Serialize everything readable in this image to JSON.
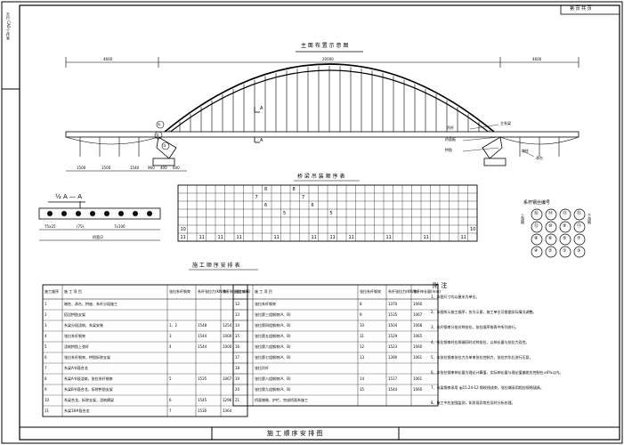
{
  "sheet": {
    "page_indicator": "第 页 共 页",
    "side_label": "天行 CAD 工作室",
    "footer_title": "施 工 顺 序 安 排 图"
  },
  "elevation": {
    "title": "主 面 布 置 示 意 图",
    "dim_top": [
      "4600",
      "20000",
      "4600"
    ],
    "dim_bottom": [
      "1500",
      "1500",
      "1540",
      "960",
      "400",
      "600"
    ],
    "section_marks": [
      "A",
      "A"
    ],
    "circle_marks": [
      "①",
      "②",
      "③"
    ],
    "callouts": [
      "主系梁",
      "吊杆",
      "桥面板",
      "拱肋",
      "墩柱",
      "承台"
    ]
  },
  "cross_section": {
    "title": "½ A — A",
    "dims": [
      "75x25",
      "(75)",
      "7x100",
      "桥宽/2"
    ]
  },
  "hanger_table": {
    "title": "桥 梁 吊 装 顺 序 表",
    "rows": [
      [
        "",
        "",
        "",
        "",
        "",
        "",
        "",
        "",
        "",
        "8",
        "",
        "",
        "8",
        "",
        "",
        "",
        "",
        "",
        "",
        "",
        "",
        "",
        "",
        "",
        "",
        "",
        "",
        "",
        "",
        "",
        "",
        ""
      ],
      [
        "",
        "",
        "",
        "",
        "",
        "",
        "",
        "",
        "7",
        "",
        "",
        "",
        "",
        "7",
        "",
        "",
        "",
        "",
        "",
        "",
        "",
        "",
        "",
        "",
        "",
        "",
        "",
        "",
        "",
        "",
        "",
        ""
      ],
      [
        "",
        "",
        "",
        "",
        "",
        "",
        "",
        "",
        "",
        "6",
        "",
        "",
        "",
        "",
        "6",
        "",
        "",
        "",
        "",
        "",
        "",
        "",
        "",
        "",
        "",
        "",
        "",
        "",
        "",
        "",
        "",
        ""
      ],
      [
        "",
        "",
        "",
        "",
        "",
        "",
        "",
        "",
        "",
        "",
        "",
        "5",
        "",
        "",
        "",
        "",
        "5",
        "",
        "",
        "",
        "",
        "",
        "",
        "",
        "",
        "",
        "",
        "",
        "",
        "",
        "",
        ""
      ],
      [
        "",
        "",
        "",
        "",
        "",
        "",
        "",
        "",
        "",
        "",
        "",
        "",
        "",
        "",
        "",
        "",
        "",
        "",
        "",
        "",
        "",
        "",
        "",
        "",
        "",
        "",
        "",
        "",
        "",
        "",
        "",
        ""
      ],
      [
        "10",
        "",
        "",
        "",
        "",
        "",
        "",
        "",
        "",
        "",
        "",
        "",
        "",
        "",
        "",
        "",
        "",
        "",
        "",
        "",
        "",
        "",
        "",
        "",
        "",
        "",
        "",
        "",
        "",
        "",
        "",
        "10"
      ],
      [
        "11",
        "",
        "11",
        "",
        "11",
        "",
        "11",
        "",
        "",
        "",
        "11",
        "",
        "",
        "",
        "11",
        "",
        "11",
        "",
        "11",
        "",
        "",
        "",
        "11",
        "",
        "",
        "",
        "11",
        "",
        "",
        "",
        "11",
        ""
      ]
    ]
  },
  "tension_legend": {
    "title": "系杆钢丝编号",
    "circles": [
      [
        "⑯",
        "⑭",
        "⑬",
        "⑮"
      ],
      [
        "⑫",
        "⑩",
        "⑨",
        "⑪"
      ],
      [
        "⑧",
        "⑥",
        "⑤",
        "⑦"
      ],
      [
        "④",
        "②",
        "①",
        "③"
      ]
    ],
    "left_label": "上游侧",
    "right_label": "下游侧"
  },
  "construction_table": {
    "title": "施 工 顺 序 安 排 表",
    "headers": [
      "施工顺序",
      "施 工 项 目",
      "张拉系杆钢束",
      "系杆张拉力(KN/束)",
      "系杆伸长量(mm)"
    ],
    "left_rows": [
      [
        "1",
        "墩柱、承台、拱座、系杆分段施工",
        "",
        "",
        ""
      ],
      [
        "2",
        "搭设拱肋支架",
        "",
        "",
        ""
      ],
      [
        "3",
        "系梁分段浇筑，系梁安装",
        "1、2",
        "1548",
        "1254"
      ],
      [
        "4",
        "张拉系杆钢束",
        "3",
        "1544",
        "1000"
      ],
      [
        "5",
        "浇筑拱肋上弦杆",
        "4",
        "1544",
        "1000"
      ],
      [
        "6",
        "张拉系杆钢束，拱肋拆除支架",
        "",
        "",
        ""
      ],
      [
        "7",
        "系梁A节段合龙",
        "",
        "",
        ""
      ],
      [
        "8",
        "系梁A节段浇筑，张拉系杆钢束",
        "5",
        "1535",
        "1067"
      ],
      [
        "9",
        "系梁B节段合龙，拆除拱肋支架",
        "",
        "",
        ""
      ],
      [
        "10",
        "系梁合龙，拆除支架，浇筑横梁",
        "6",
        "1545",
        "1296"
      ],
      [
        "11",
        "系梁18#段合龙",
        "7",
        "1530",
        "1364"
      ]
    ],
    "right_rows": [
      [
        "12",
        "张拉系杆钢束",
        "8",
        "1370",
        "1060"
      ],
      [
        "13",
        "张拉第三组钢束(A、B)",
        "9",
        "1535",
        "1067"
      ],
      [
        "14",
        "张拉第四组钢束(A、B)",
        "10",
        "1504",
        "1068"
      ],
      [
        "15",
        "张拉第五组钢束(A、B)",
        "11",
        "1529",
        "1065"
      ],
      [
        "16",
        "张拉第六组钢束(A、B)",
        "12",
        "1523",
        "1060"
      ],
      [
        "17",
        "张拉第七组钢束(A、B)",
        "13",
        "1390",
        "1061"
      ],
      [
        "18",
        "张拉吊杆",
        "",
        "",
        ""
      ],
      [
        "19",
        "张拉第八组钢束(A、B)",
        "14",
        "1517",
        "1061"
      ],
      [
        "20",
        "张拉第九组钢束(A、B)",
        "15",
        "1544",
        "1060"
      ],
      [
        "21",
        "桥面铺装、护栏，完成桥面系施工",
        "",
        "",
        ""
      ]
    ]
  },
  "notes": {
    "title": "附 注",
    "items": [
      "1、本图尺寸均以厘米为单位。",
      "2、本图所示施工顺序，仅为示意，施工单位可根据实际情况调整。",
      "3、系杆钢束分批对称张拉，张拉顺序按表中所列进行。",
      "4、张拉钢束时应两端同时对称张拉，以伸长量与张拉力双控。",
      "5、本张拉钢束张拉力为单束张拉控制力，张拉完毕后进行压浆。",
      "6、本张拉钢束伸长量为理论计算值，实际伸长量与理论值偏差应控制在±6%以内。",
      "7、系梁钢束采用 φj15.24-12 钢绞线成束，张拉端采用相应规格锚具。",
      "8、施工中应加强监测，如发现异常应及时分析处理。"
    ]
  }
}
